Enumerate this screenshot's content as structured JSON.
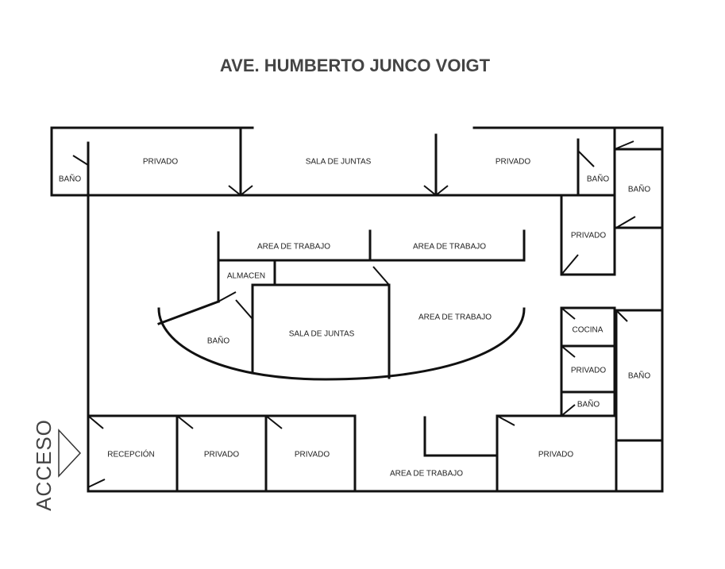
{
  "street_title": "AVE. HUMBERTO JUNCO VOIGT",
  "access_label": "ACCESO",
  "rooms": {
    "bano_top_left": "BAÑO",
    "privado_top_left": "PRIVADO",
    "sala_juntas_top": "SALA DE JUNTAS",
    "privado_top_right": "PRIVADO",
    "bano_top_right": "BAÑO",
    "bano_right_upper": "BAÑO",
    "privado_right": "PRIVADO",
    "area_trabajo_1": "AREA DE TRABAJO",
    "area_trabajo_2": "AREA DE TRABAJO",
    "almacen": "ALMACEN",
    "bano_center": "BAÑO",
    "sala_juntas_center": "SALA DE JUNTAS",
    "area_trabajo_center": "AREA DE TRABAJO",
    "cocina": "COCINA",
    "privado_right_lower": "PRIVADO",
    "bano_right_lower": "BAÑO",
    "bano_right_small": "BAÑO",
    "recepcion": "RECEPCIÓN",
    "privado_bottom_1": "PRIVADO",
    "privado_bottom_2": "PRIVADO",
    "area_trabajo_bottom": "AREA DE TRABAJO",
    "privado_bottom_right": "PRIVADO"
  }
}
